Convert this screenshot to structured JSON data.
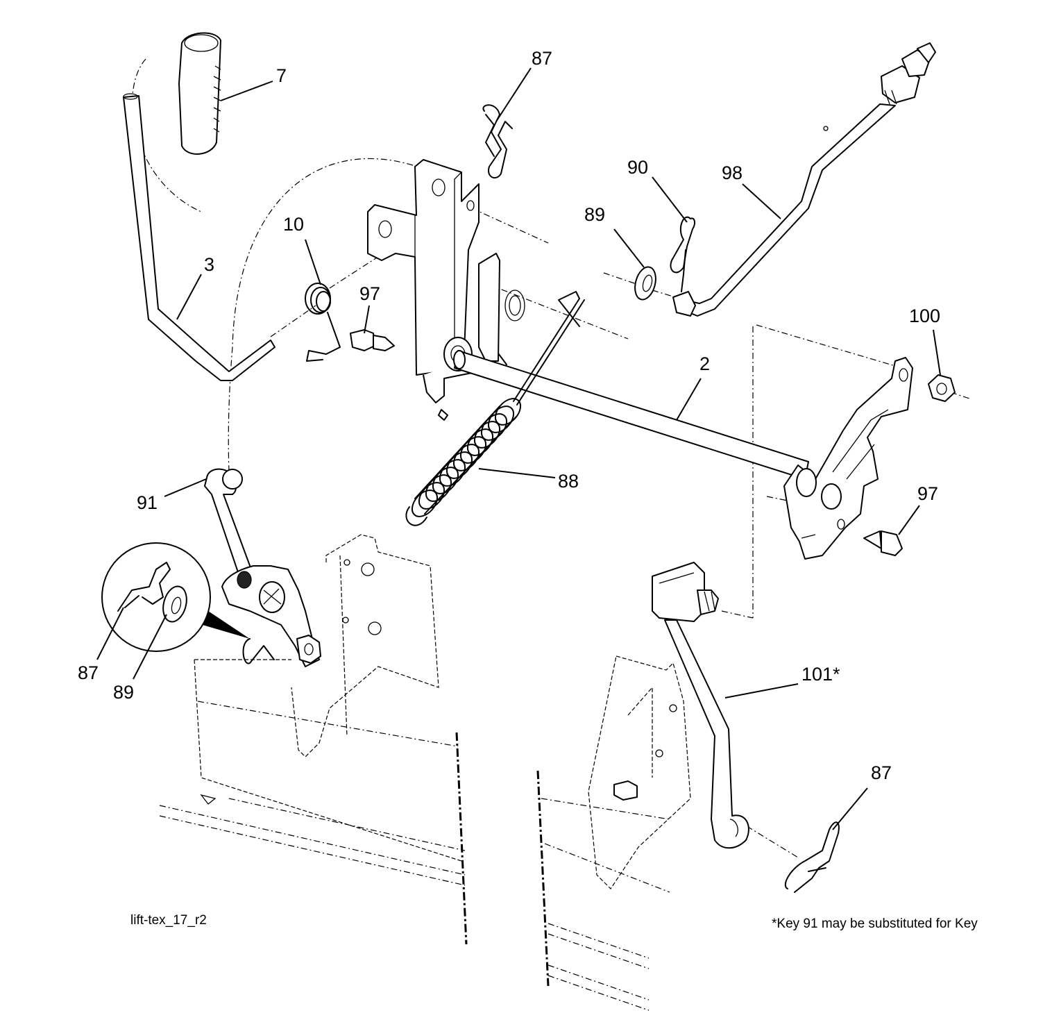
{
  "callouts": {
    "c7": "7",
    "c87_top": "87",
    "c90": "90",
    "c98": "98",
    "c89_top": "89",
    "c10": "10",
    "c3": "3",
    "c97_left": "97",
    "c2": "2",
    "c100": "100",
    "c88": "88",
    "c91": "91",
    "c97_right": "97",
    "c87_inset": "87",
    "c89_inset": "89",
    "c101": "101*",
    "c87_bottom": "87"
  },
  "drawing_id": "lift-tex_17_r2",
  "footnote": "*Key 91 may be substituted for Key"
}
